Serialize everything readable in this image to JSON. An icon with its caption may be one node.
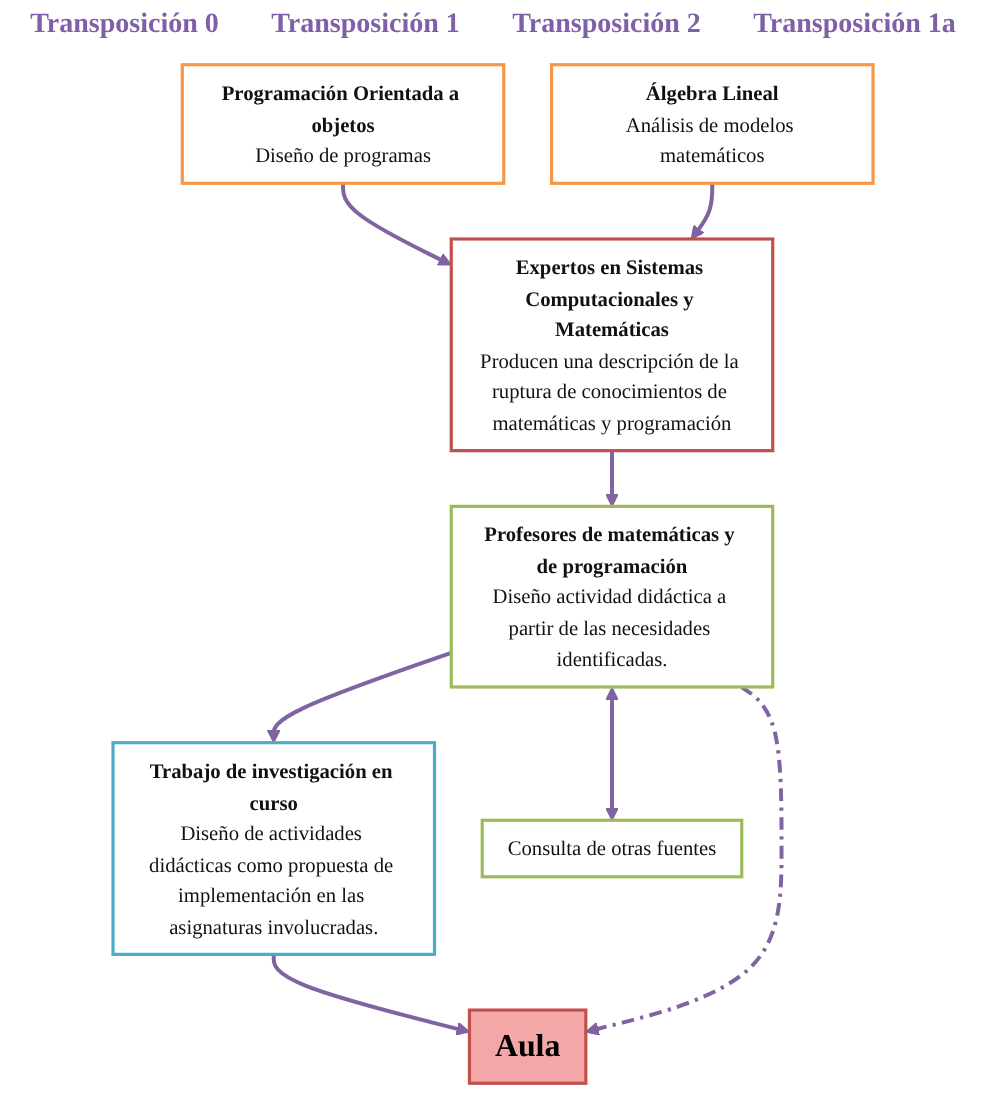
{
  "diagram": {
    "nodes": [
      {
        "text": [
          "Programación Orientada a objetos",
          "Diseño de programas"
        ]
      },
      {
        "text": [
          "Álgebra Lineal",
          "Análisis de modelos matemáticos"
        ]
      },
      {
        "text": [
          "Expertos en Sistemas Computacionales y Matemáticas",
          "Producen una descripción de la ruptura de conocimientos de matemáticas y programación"
        ]
      },
      {
        "text": [
          "Profesores de matemáticas y de programación",
          "Diseño actividad didáctica a partir de las necesidades identificadas."
        ]
      },
      {
        "text": [
          "Trabajo de investigación en curso",
          "Diseño de actividades didácticas como propuesta de implementación en las asignaturas involucradas."
        ]
      },
      {
        "text": [
          "Consulta de otras fuentes"
        ]
      },
      {
        "text": [
          "Aula"
        ]
      }
    ],
    "edges": [
      {
        "from": 0,
        "to": 2,
        "arrow": "to"
      },
      {
        "from": 1,
        "to": 2,
        "arrow": "to"
      },
      {
        "from": 2,
        "to": 3,
        "arrow": "to"
      },
      {
        "from": 3,
        "to": 4,
        "arrow": "to"
      },
      {
        "from": 3,
        "to": 5,
        "arrow": "both"
      },
      {
        "from": 4,
        "to": 6,
        "arrow": "to"
      },
      {
        "from": 3,
        "to": 6,
        "arrow": "to",
        "style": "dashed"
      }
    ],
    "labels": [
      "Transposición 0",
      "Transposición 1",
      "Transposición 2",
      "Transposición 1a"
    ]
  }
}
